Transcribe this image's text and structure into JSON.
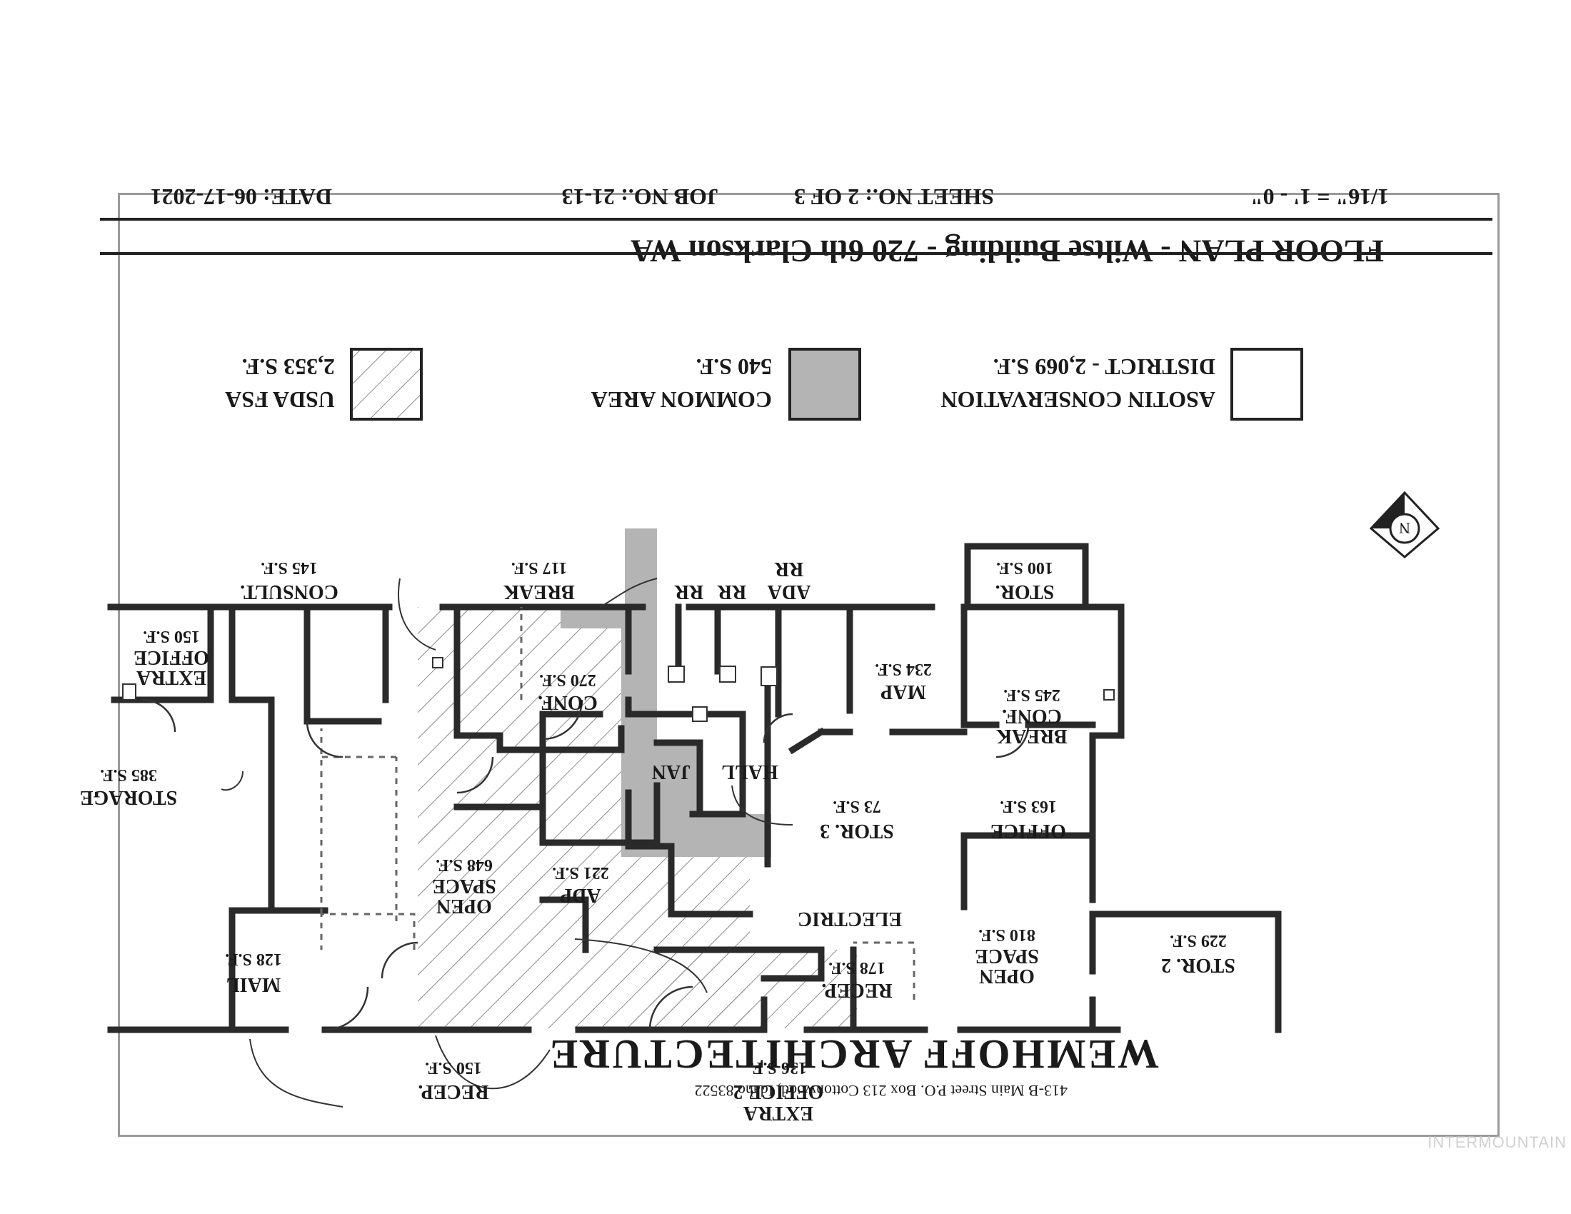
{
  "firm": {
    "name": "WEMHOFF ARCHITECTURE",
    "address": "413-B Main Street    P.O. Box 213    Cottonwood, Idaho 83522"
  },
  "titleblock": {
    "scale": "1/16\" = 1' - 0\"",
    "sheet": "SHEET NO.: 2 OF 3",
    "job": "JOB NO.: 21-13",
    "date": "DATE: 06-17-2021",
    "title": "FLOOR PLAN - Wiltse Building - 720 6th Clarkson WA"
  },
  "legend": [
    {
      "name": "ASOTIN CONSERVATION",
      "area": "DISTRICT - 2,069 S.F.",
      "fill": "#ffffff",
      "hatch": false
    },
    {
      "name": "COMMON AREA",
      "area": "540 S.F.",
      "fill": "#b4b4b4",
      "hatch": false
    },
    {
      "name": "USDA FSA",
      "area": "2,353 S.F.",
      "fill": "#ffffff",
      "hatch": true
    }
  ],
  "north": "N",
  "rooms": {
    "stor2": {
      "name": "STOR. 2",
      "area": "229 S.F."
    },
    "open810": {
      "name1": "OPEN",
      "name2": "SPACE",
      "area": "810 S.F."
    },
    "recep178": {
      "name": "RECEP.",
      "area": "178 S.F."
    },
    "electric": {
      "name": "ELECTRIC"
    },
    "office163": {
      "name": "OFFICE",
      "area": "163 S.F."
    },
    "stor3": {
      "name": "STOR. 3",
      "area": "73 S.F."
    },
    "break_conf": {
      "name1": "BREAK",
      "name2": "CONF.",
      "area": "245 S.F."
    },
    "map": {
      "name": "MAP",
      "area": "234 S.F."
    },
    "hall": {
      "name": "HALL"
    },
    "jan": {
      "name": "JAN"
    },
    "adp": {
      "name": "ADP",
      "area": "221 S.F."
    },
    "open648": {
      "name1": "OPEN",
      "name2": "SPACE",
      "area": "648 S.F."
    },
    "conf270": {
      "name": "CONF.",
      "area": "270 S.F."
    },
    "mail": {
      "name": "MAIL",
      "area": "128 S.F."
    },
    "storage": {
      "name": "STORAGE",
      "area": "385 S.F."
    },
    "extra_office": {
      "name1": "EXTRA",
      "name2": "OFFICE",
      "area": "150 S.F."
    },
    "stor100": {
      "name": "STOR.",
      "area": "100 S.F."
    },
    "ada_rr": {
      "name1": "ADA",
      "name2": "RR"
    },
    "rr1": {
      "name": "RR"
    },
    "rr2": {
      "name": "RR"
    },
    "break117": {
      "name": "BREAK",
      "area": "117 S.F."
    },
    "consult": {
      "name": "CONSULT.",
      "area": "145 S.F."
    },
    "recep150": {
      "name": "RECEP.",
      "area": "150 S.F."
    },
    "extra_office2": {
      "name1": "EXTRA",
      "name2": "OFFICE 2",
      "area": "136 S.F."
    }
  },
  "watermark": "INTERMOUNTAIN"
}
